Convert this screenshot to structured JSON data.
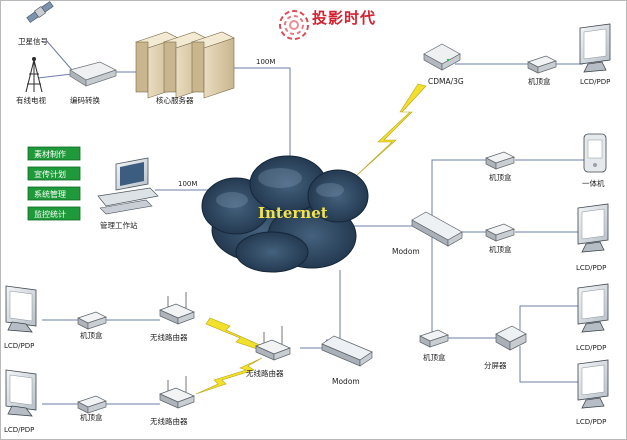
{
  "brand": {
    "name": "投影时代",
    "color": "#d5202f"
  },
  "cloud": {
    "label": "Internet",
    "fill": "#2b4660",
    "text_color": "#f3e34a"
  },
  "links": {
    "speed_server": "100M",
    "speed_workstation": "100M"
  },
  "labels": {
    "satellite": "卫星信号",
    "cable_tv": "有线电视",
    "encoder": "编码转换",
    "core_server": "核心服务器",
    "workstation": "管理工作站",
    "cdma": "CDMA/3G",
    "modem_right": "Modom",
    "modem_bottom": "Modom",
    "wireless_router": "无线路由器",
    "stb": "机顶盒",
    "lcd": "LCD/PDP",
    "kiosk": "一体机",
    "splitter": "分屏器"
  },
  "modules": [
    {
      "label": "素材制作"
    },
    {
      "label": "宣传计划"
    },
    {
      "label": "系统管理"
    },
    {
      "label": "监控统计"
    }
  ],
  "colors": {
    "module_fill": "#1f9a3a",
    "line": "#6e7ea8",
    "zigzag": "#f2e02a"
  },
  "icons": [
    "satellite-icon",
    "antenna-icon",
    "server-icon",
    "computer-icon",
    "router-icon",
    "set-top-box-icon",
    "monitor-icon",
    "kiosk-icon",
    "switch-icon"
  ]
}
